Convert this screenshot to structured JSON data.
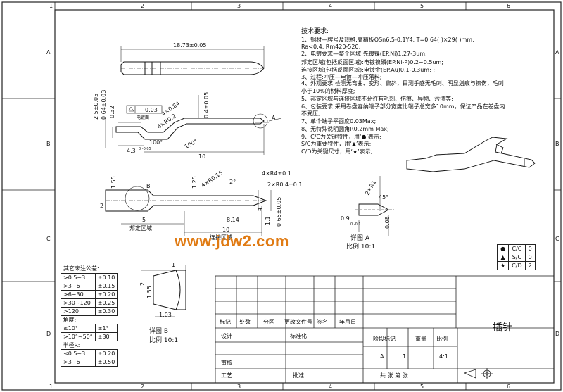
{
  "zones": {
    "top": [
      "1",
      "2",
      "3",
      "4",
      "5",
      "6"
    ],
    "side": [
      "A",
      "B",
      "C",
      "D"
    ]
  },
  "dims": {
    "total_length": "18.73±0.05",
    "d_25": "2.5±0.05",
    "d_064": "0.64±0.03",
    "d_032": "0.32",
    "flat": "0.03",
    "bend_r": "4×R0.2",
    "chamfer": "4×0.84",
    "angle1": "100°",
    "angle2": "100°",
    "d_43": "4.3",
    "d_43_tol": "0 -0.05",
    "d_10": "10",
    "d_04": "0.4±0.05",
    "plating_label": "电镀面",
    "ref_A": "A",
    "d_155": "1.55",
    "d_2": "2",
    "d_5": "5",
    "ref_B": "B",
    "d_4x015": "4×R0.15",
    "d_125": "1.25",
    "d_2deg": "2°",
    "d_814": "8.14",
    "d_10b": "10",
    "d_4r01": "4×R4±0.1",
    "d_2r04": "2×R0.4±0.1",
    "d_11": "1.1",
    "d_065": "0.65±0.05",
    "d_4x": "4",
    "press_zone": "邦定区域",
    "plating_zone": "连接区域",
    "detailA_r": "2×R1",
    "detailA_ang": "45°",
    "detailA_09": "0.9",
    "detailA_tol": "0 -0.1",
    "detailA_008": "0.08",
    "detailA_title": "详图  A",
    "detailA_scale": "比例  10:1",
    "detailB_1": "1",
    "detailB_2": "2",
    "detailB_155": "1.55",
    "detailB_103": "1.03",
    "detailB_title": "详图  B",
    "detailB_scale": "比例  10:1"
  },
  "notes": [
    "技术要求:",
    "1、铜材—牌号及规格:高精板QSn6.5-0.1Y4, T=0.64(  )×29(  )mm;",
    "        Ra<0.4, Rm420-520;",
    "2、电镀要求—整个区域:先镀镍(EP.Ni)1.27-3um;",
    "              邦定区域(包括反面区域):电镀镍磷(EP.Ni-P)0.2~0.5um;",
    "              连接区域(包括反面区域):电镀金(EP.Au)0.1-0.3um; ;",
    "3、过程:冲压—电镀—冲压落料;",
    "4、外观要求:检测无弯曲、变形、偏斜，目测手感无毛刺、明显划痕与擦伤，毛刺",
    "           小于10%的材料厚度;",
    "5、邦定区域与连接区域不允许有毛刺、伤痕、异物、污渍等;",
    "6、包装要求:采用卷盘容纳端子部分宽度比端子总宽多10mm，保证产品在卷盘内",
    "           不受压;",
    "7、单个端子平面度0.03Max;",
    "8、无特殊说明圆角R0.2mm Max;",
    "9、C/C为关键特性，用‘●’表示;",
    "    S/C为重要特性，用‘▲’表示;",
    "    C/D为关键尺寸，用‘★’表示;"
  ],
  "tolerances": {
    "title": "其它未注公差:",
    "rows": [
      [
        ">0.5~3",
        "±0.10"
      ],
      [
        ">3~6",
        "±0.15"
      ],
      [
        ">6~30",
        "±0.20"
      ],
      [
        ">30~120",
        "±0.25"
      ],
      [
        ">120",
        "±0.30"
      ]
    ],
    "angle_title": "角度:",
    "angle_rows": [
      [
        "≤10°",
        "±1°"
      ],
      [
        ">10°~50°",
        "±30′"
      ]
    ],
    "radius_title": "半径R:",
    "radius_rows": [
      [
        "≤0.5~3",
        "±0.20"
      ],
      [
        ">3~6",
        "±0.50"
      ]
    ]
  },
  "markers": [
    [
      "●",
      "C/C",
      "0"
    ],
    [
      "▲",
      "S/C",
      "0"
    ],
    [
      "★",
      "C/D",
      "2"
    ]
  ],
  "watermark": "www.jdw2.com",
  "titleblock": {
    "title": "插针",
    "h_mark": "标记",
    "h_count": "处数",
    "h_zone": "分区",
    "h_docno": "更改文件号",
    "h_sign": "签名",
    "h_date": "年月日",
    "design": "设计",
    "standard": "标准化",
    "stage": "阶段标记",
    "weight": "重量",
    "scale": "比例",
    "stage_val": "A",
    "weight_val": "1",
    "scale_val": "4:1",
    "check": "审核",
    "process": "工艺",
    "approve": "批准",
    "sheets": "共    张   第    张"
  }
}
